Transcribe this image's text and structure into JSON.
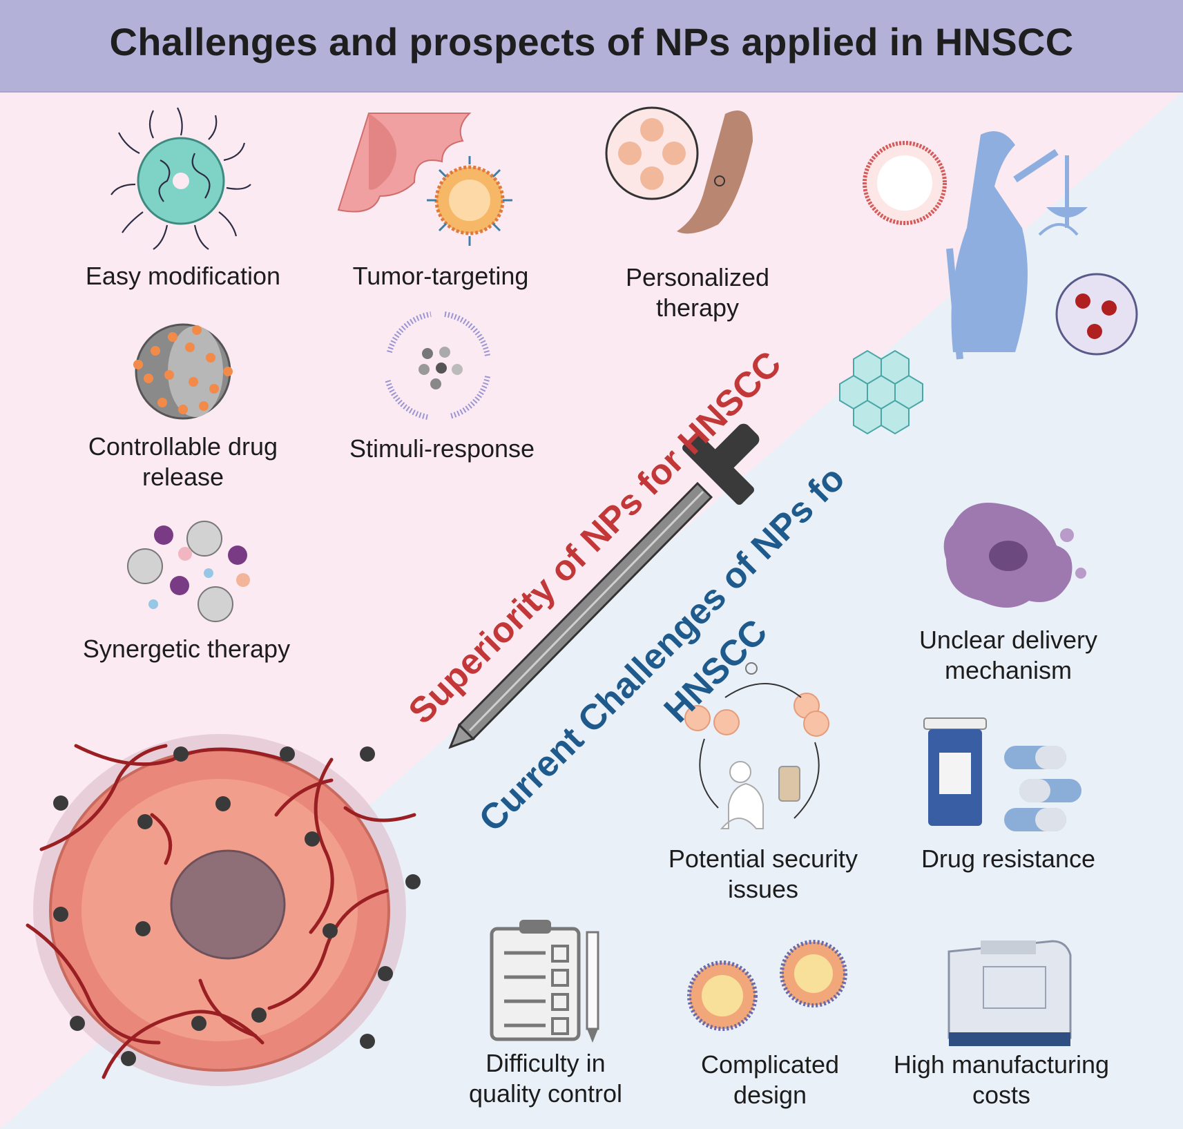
{
  "title": "Challenges and prospects of NPs applied in HNSCC",
  "superiority": {
    "heading": "Superiority of NPs for HNSCC",
    "color": "#c23838",
    "items": {
      "easy_modification": "Easy modification",
      "tumor_targeting": "Tumor-targeting",
      "personalized_1": "Personalized",
      "personalized_2": "therapy",
      "controllable_1": "Controllable drug",
      "controllable_2": "release",
      "stimuli_response": "Stimuli-response",
      "synergetic": "Synergetic therapy"
    }
  },
  "challenges": {
    "heading_1": "Current Challenges of NPs fo",
    "heading_2": "HNSCC",
    "color": "#1f5a8c",
    "items": {
      "unclear_1": "Unclear delivery",
      "unclear_2": "mechanism",
      "security_1": "Potential security",
      "security_2": "issues",
      "drug_resistance": "Drug resistance",
      "quality_1": "Difficulty in",
      "quality_2": "quality control",
      "complicated_1": "Complicated",
      "complicated_2": "design",
      "costs_1": "High manufacturing",
      "costs_2": "costs"
    }
  },
  "colors": {
    "header_bg": "#b4b1d9",
    "upper_bg": "#fbeaf1",
    "lower_bg": "#eaf0f8",
    "justice_blue": "#8eaedf"
  }
}
